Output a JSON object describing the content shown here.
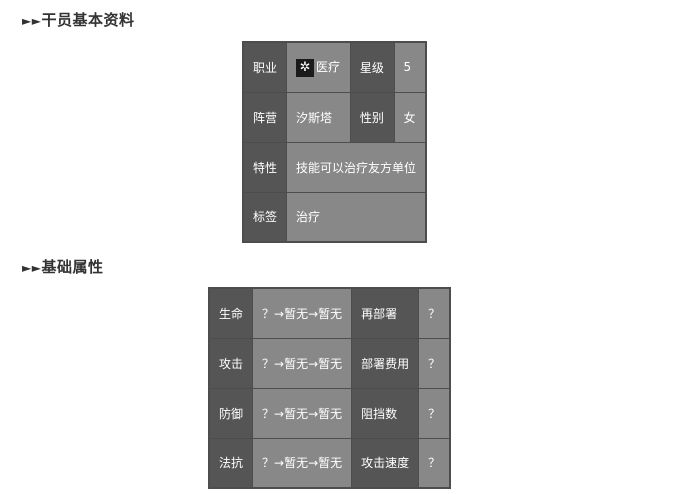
{
  "sections": {
    "basic_title": "干员基本资料",
    "stats_title": "基础属性",
    "arrow": "►►"
  },
  "basic": {
    "class_label": "职业",
    "class_icon": "medic-class-icon",
    "class_value": "医疗",
    "rarity_label": "星级",
    "rarity_value": "5",
    "faction_label": "阵营",
    "faction_value": "汐斯塔",
    "gender_label": "性别",
    "gender_value": "女",
    "trait_label": "特性",
    "trait_value": "技能可以治疗友方单位",
    "tags_label": "标签",
    "tags_value": "治疗"
  },
  "stats": {
    "rows": [
      {
        "label": "生命",
        "value": "？→暂无→暂无",
        "label2": "再部署",
        "value2": "？"
      },
      {
        "label": "攻击",
        "value": "？→暂无→暂无",
        "label2": "部署费用",
        "value2": "？"
      },
      {
        "label": "防御",
        "value": "？→暂无→暂无",
        "label2": "阻挡数",
        "value2": "？"
      },
      {
        "label": "法抗",
        "value": "？→暂无→暂无",
        "label2": "攻击速度",
        "value2": "？"
      }
    ]
  }
}
